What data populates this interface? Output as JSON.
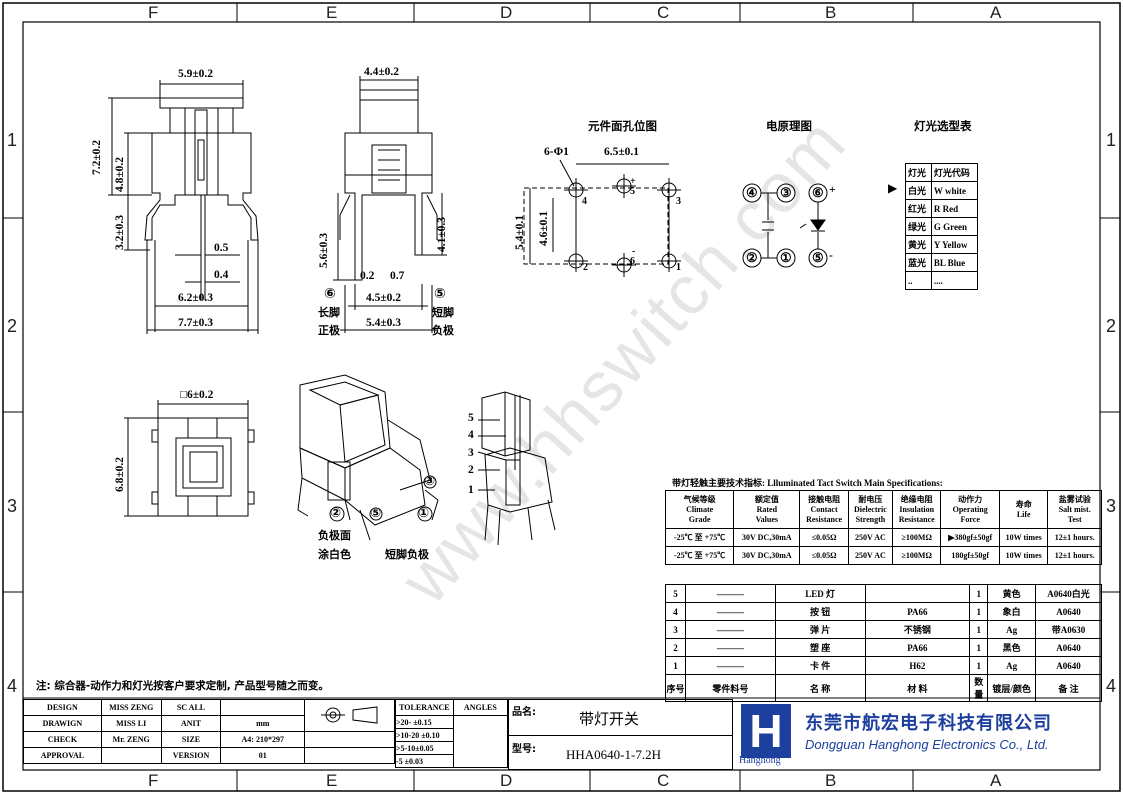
{
  "zones": {
    "top": [
      "F",
      "E",
      "D",
      "C",
      "B",
      "A"
    ],
    "bottom": [
      "F",
      "E",
      "D",
      "C",
      "B",
      "A"
    ],
    "left": [
      "1",
      "2",
      "3",
      "4"
    ],
    "right": [
      "1",
      "2",
      "3",
      "4"
    ]
  },
  "side_view": {
    "top_width": "5.9±0.2",
    "total_height": "7.2±0.2",
    "upper_height": "4.8±0.2",
    "pin_height": "3.2±0.3",
    "pin_a": "0.5",
    "pin_b": "0.4",
    "body_width": "6.2±0.3",
    "overall_width": "7.7±0.3"
  },
  "front_view": {
    "top_width": "4.4±0.2",
    "left_height": "5.6±0.3",
    "right_height": "4.1±0.3",
    "gap_a": "0.2",
    "gap_b": "0.7",
    "pin_pitch": "4.5±0.2",
    "outer_pitch": "5.4±0.3",
    "pin6": "⑥",
    "pin5": "⑤",
    "pin6_label1": "长脚",
    "pin6_label2": "正极",
    "pin5_label1": "短脚",
    "pin5_label2": "负极"
  },
  "top_view": {
    "width": "□6±0.2",
    "height": "6.8±0.2"
  },
  "iso_view": {
    "call3": "③",
    "call2": "②",
    "call5": "⑤",
    "call1": "①",
    "neg_label1": "负极面",
    "neg_label2": "涂白色",
    "short_label": "短脚负极"
  },
  "exploded": {
    "labels": [
      "5",
      "4",
      "3",
      "2",
      "1"
    ]
  },
  "pcb_layout": {
    "title": "元件面孔位图",
    "holes": "6-Φ1",
    "pitch": "6.5±0.1",
    "outer_h": "5.4±0.1",
    "inner_h": "4.6±0.1",
    "pins": [
      "4",
      "5",
      "3",
      "2",
      "6",
      "1"
    ],
    "plus": "+",
    "minus": "-"
  },
  "schematic": {
    "title": "电原理图",
    "nodes": [
      "④",
      "③",
      "⑥",
      "②",
      "①",
      "⑤"
    ],
    "plus": "+",
    "minus": "-"
  },
  "light_table": {
    "title": "灯光选型表",
    "headers": [
      "灯光",
      "灯光代码"
    ],
    "rows": [
      [
        "白光",
        "W white"
      ],
      [
        "红光",
        "R Red"
      ],
      [
        "绿光",
        "G Green"
      ],
      [
        "黄光",
        "Y Yellow"
      ],
      [
        "蓝光",
        "BL Blue"
      ],
      [
        "..",
        "...."
      ]
    ],
    "arrow": "▶"
  },
  "spec_table": {
    "title": "带灯轻触主要技术指标: Llluminated Tact Switch Main Specifications:",
    "headers": [
      [
        "气候等级",
        "Climate",
        "Grade"
      ],
      [
        "额定值",
        "Rated",
        "Values"
      ],
      [
        "接触电阻",
        "Contact",
        "Resistance"
      ],
      [
        "耐电压",
        "Dielectric",
        "Strength"
      ],
      [
        "绝缘电阻",
        "Insulation",
        "Resistance"
      ],
      [
        "动作力",
        "Operating",
        "Force"
      ],
      [
        "寿命",
        "Life",
        ""
      ],
      [
        "盐雾试验",
        "Salt mist.",
        "Test"
      ]
    ],
    "rows": [
      [
        "-25℃ 至 +75℃",
        "30V DC,30mA",
        "≤0.05Ω",
        "250V AC",
        "≥100MΩ",
        "▶380gf±50gf",
        "10W times",
        "12±1 hours."
      ],
      [
        "-25℃ 至 +75℃",
        "30V DC,30mA",
        "≤0.05Ω",
        "250V AC",
        "≥100MΩ",
        "180gf±50gf",
        "10W times",
        "12±1 hours."
      ]
    ]
  },
  "bom": {
    "rows": [
      [
        "5",
        "———",
        "LED 灯",
        "",
        "1",
        "黄色",
        "A0640白光"
      ],
      [
        "4",
        "———",
        "按 钮",
        "PA66",
        "1",
        "象白",
        "A0640"
      ],
      [
        "3",
        "———",
        "弹 片",
        "不锈钢",
        "1",
        "Ag",
        "带A0630"
      ],
      [
        "2",
        "———",
        "塑 座",
        "PA66",
        "1",
        "黑色",
        "A0640"
      ],
      [
        "1",
        "———",
        "卡 件",
        "H62",
        "1",
        "Ag",
        "A0640"
      ]
    ],
    "header": [
      "序号",
      "零件料号",
      "名 称",
      "材 料",
      "数量",
      "镀层/颜色",
      "备 注"
    ]
  },
  "note": "注: 综合器-动作力和灯光按客户要求定制, 产品型号随之而变。",
  "title_block": {
    "design": "DESIGN",
    "design_name": "MISS ZENG",
    "sc": "SC ALL",
    "drawing": "DRAWIGN",
    "drawing_name": "MISS LI",
    "unit": "ANIT",
    "unit_val": "mm",
    "check": "CHECK",
    "check_name": "Mr. ZENG",
    "size": "SIZE",
    "size_val": "A4: 210*297",
    "approval": "APPROVAL",
    "version": "VERSION",
    "version_val": "01",
    "tolerance": "TOLERANCE",
    "angles": "ANGLES",
    "tol_rows": [
      ">20- ±0.15",
      ">10-20 ±0.10",
      ">5-10±0.05",
      "-5 ±0.03"
    ],
    "name_label": "品名:",
    "name_val": "带灯开关",
    "model_label": "型号:",
    "model_val": "HHA0640-1-7.2H",
    "company_cn": "东莞市航宏电子科技有限公司",
    "company_en": "Dongguan Hanghong Electronics Co., Ltd.",
    "logo_text": "Hanghong",
    "logo_mark": "H"
  },
  "watermark": "www.hhswitch.com"
}
